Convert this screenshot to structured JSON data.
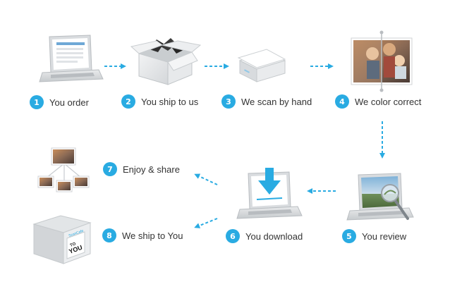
{
  "steps": [
    {
      "num": "1",
      "text": "You order"
    },
    {
      "num": "2",
      "text": "You ship to us"
    },
    {
      "num": "3",
      "text": "We scan by hand"
    },
    {
      "num": "4",
      "text": "We color correct"
    },
    {
      "num": "5",
      "text": "You review"
    },
    {
      "num": "6",
      "text": "You download"
    },
    {
      "num": "7",
      "text": "Enjoy & share"
    },
    {
      "num": "8",
      "text": "We ship to You"
    }
  ],
  "box_label": {
    "brand": "ScanCafe",
    "line1": "TO",
    "line2": "YOU"
  },
  "colors": {
    "accent": "#29abe2",
    "device_gray": "#cfd3d6",
    "text": "#333333"
  }
}
